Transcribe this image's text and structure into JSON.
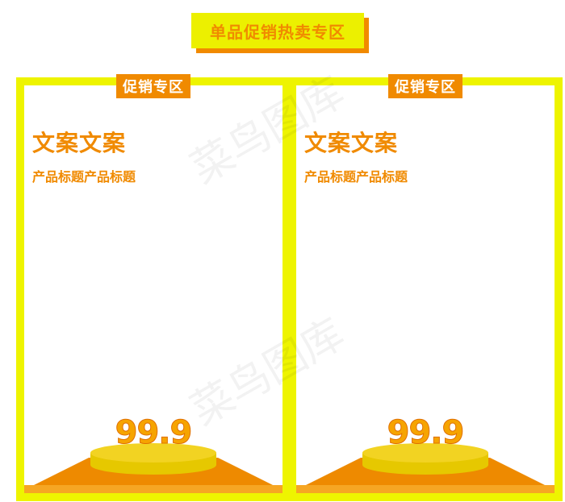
{
  "banner": {
    "label": "单品促销热卖专区"
  },
  "cards": [
    {
      "tab": "促销专区",
      "title": "文案文案",
      "subtitle": "产品标题产品标题",
      "price": "99.9"
    },
    {
      "tab": "促销专区",
      "title": "文案文案",
      "subtitle": "产品标题产品标题",
      "price": "99.9"
    }
  ],
  "watermark": "菜鸟图库",
  "colors": {
    "yellow": "#ecf000",
    "orange": "#f08a00",
    "podium_yellow": "#f2d322",
    "podium_orange": "#ee8a00"
  }
}
